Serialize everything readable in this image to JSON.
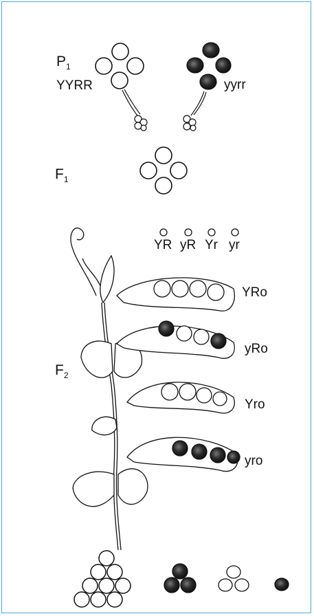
{
  "generations": {
    "p1": {
      "label": "P",
      "sub": "1"
    },
    "f1": {
      "label": "F",
      "sub": "1"
    },
    "f2": {
      "label": "F",
      "sub": "2"
    }
  },
  "parents": {
    "dominant": "YYRR",
    "recessive": "yyrr"
  },
  "gametes": [
    "YR",
    "yR",
    "Yr",
    "yr"
  ],
  "phenotypes": [
    {
      "label": "YRo"
    },
    {
      "label": "yRo"
    },
    {
      "label": "Yro"
    },
    {
      "label": "yro"
    }
  ],
  "seed_counts": [
    9,
    3,
    3,
    1
  ],
  "colors": {
    "frame": "#4aa8d8",
    "ink": "#111111",
    "dark_seed": "#222222"
  }
}
